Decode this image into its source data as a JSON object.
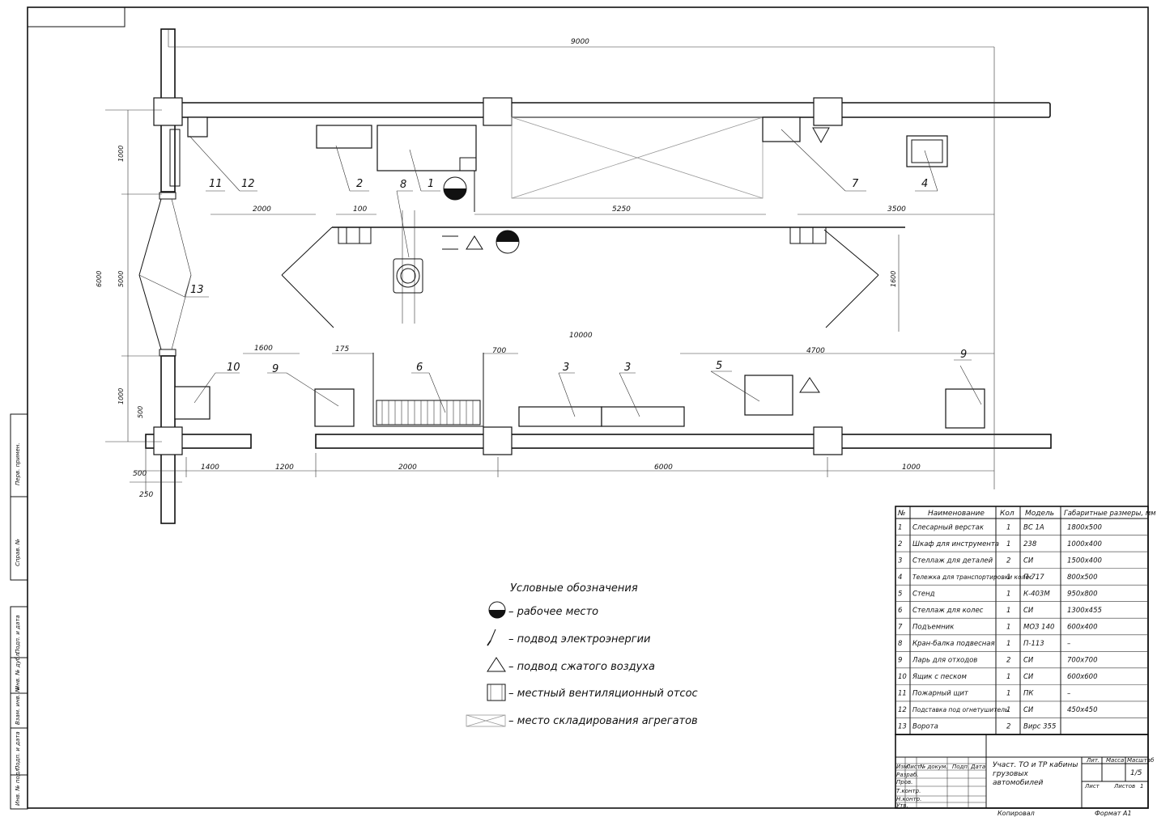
{
  "plan": {
    "dimensions": {
      "top_total": "9000",
      "left_total": "6000",
      "left_inner": "5000",
      "left_top": "1000",
      "left_bottom": "1000",
      "left_small": "500",
      "d2000": "2000",
      "d100": "100",
      "d5250": "5250",
      "d3500": "3500",
      "right_v": "1600",
      "center": "10000",
      "d1600_l": "1600",
      "d175": "175",
      "d700": "700",
      "d4700": "4700",
      "b1400": "1400",
      "b1200": "1200",
      "b2000": "2000",
      "b6000": "6000",
      "b1000": "1000",
      "b500": "500",
      "b250": "250"
    },
    "markers": {
      "m1": "1",
      "m2": "2",
      "m3a": "3",
      "m3b": "3",
      "m4": "4",
      "m5": "5",
      "m6": "6",
      "m7": "7",
      "m8": "8",
      "m9a": "9",
      "m9b": "9",
      "m10": "10",
      "m11": "11",
      "m12": "12",
      "m13": "13"
    }
  },
  "legend": {
    "title": "Условные обозначения",
    "items": [
      "– рабочее место",
      "– подвод электроэнергии",
      "– подвод сжатого воздуха",
      "– местный вентиляционный отсос",
      "– место складирования агрегатов"
    ]
  },
  "spec_table": {
    "headers": [
      "№",
      "Наименование",
      "Кол",
      "Модель",
      "Габаритные размеры, мм"
    ],
    "rows": [
      [
        "1",
        "Слесарный верстак",
        "1",
        "ВС 1А",
        "1800х500"
      ],
      [
        "2",
        "Шкаф для инструмента",
        "1",
        "238",
        "1000х400"
      ],
      [
        "3",
        "Стеллаж для деталей",
        "2",
        "СИ",
        "1500х400"
      ],
      [
        "4",
        "Тележка для транспортировки колес",
        "1",
        "П-717",
        "800х500"
      ],
      [
        "5",
        "Стенд",
        "1",
        "К-403М",
        "950х800"
      ],
      [
        "6",
        "Стеллаж для колес",
        "1",
        "СИ",
        "1300х455"
      ],
      [
        "7",
        "Подъемник",
        "1",
        "МОЗ 140",
        "600х400"
      ],
      [
        "8",
        "Кран-балка подвесная",
        "1",
        "П-113",
        "–"
      ],
      [
        "9",
        "Ларь для отходов",
        "2",
        "СИ",
        "700х700"
      ],
      [
        "10",
        "Ящик с песком",
        "1",
        "СИ",
        "600х600"
      ],
      [
        "11",
        "Пожарный щит",
        "1",
        "ПК",
        "–"
      ],
      [
        "12",
        "Подставка под огнетушитель",
        "1",
        "СИ",
        "450х450"
      ],
      [
        "13",
        "Ворота",
        "2",
        "Вирс 355",
        ""
      ]
    ]
  },
  "title_block": {
    "project_title": "Участ. ТО и ТР кабины грузовых автомобилей",
    "sheet_num": "1/5",
    "lit_label": "Лит.",
    "mass_label": "Масса",
    "scale_label": "Масштаб",
    "sheet_label": "Лист",
    "sheets_label": "Листов",
    "sheets_count": "1",
    "changes": "Изм.",
    "list_col": "Лист",
    "doc_no": "№ докум.",
    "sign": "Подп.",
    "date": "Дата",
    "developed": "Разраб.",
    "checked": "Пров.",
    "tcontrol": "Т.контр.",
    "ncontrol": "Н.контр.",
    "approved": "Утв.",
    "copied": "Копировал",
    "format": "Формат   А1"
  },
  "side_stamps": [
    "Подп. и дата",
    "Инв. № дубл.",
    "Взам. инв. №",
    "Подп. и дата",
    "Инв. № подл.",
    "Справ. №",
    "Перв. примен."
  ]
}
